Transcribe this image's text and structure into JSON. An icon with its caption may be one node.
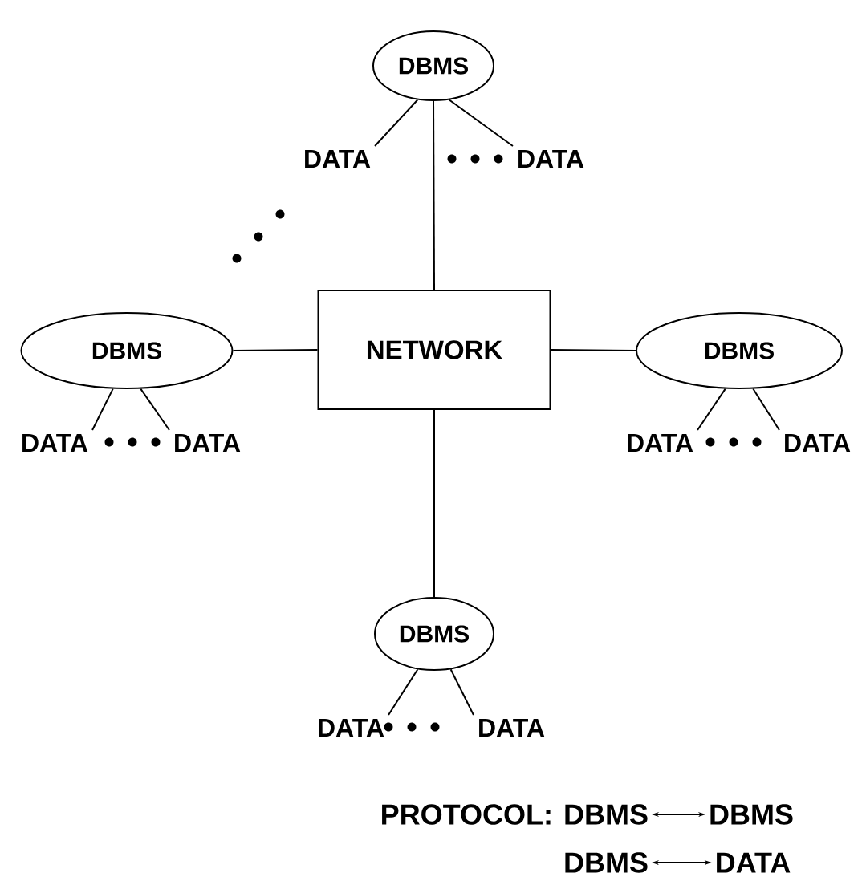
{
  "diagram": {
    "nodes": [
      {
        "text": [
          "DBMS"
        ]
      },
      {
        "text": [
          "NETWORK"
        ]
      },
      {
        "text": [
          "DBMS"
        ]
      },
      {
        "text": [
          "DBMS"
        ]
      },
      {
        "text": [
          "DBMS"
        ]
      },
      {
        "text": [
          "DATA"
        ]
      },
      {
        "text": [
          "DATA"
        ]
      },
      {
        "text": [
          "DATA"
        ]
      },
      {
        "text": [
          "DATA"
        ]
      },
      {
        "text": [
          "DATA"
        ]
      },
      {
        "text": [
          "DATA"
        ]
      },
      {
        "text": [
          "DATA"
        ]
      },
      {
        "text": [
          "DATA"
        ]
      },
      {
        "text": [
          "DBMS"
        ]
      },
      {
        "text": [
          "DBMS"
        ]
      },
      {
        "text": [
          "DBMS"
        ]
      },
      {
        "text": [
          "DATA"
        ]
      }
    ],
    "edges": [
      {
        "from": 0,
        "to": 1,
        "arrow": "none"
      },
      {
        "from": 2,
        "to": 1,
        "arrow": "none"
      },
      {
        "from": 1,
        "to": 3,
        "arrow": "none"
      },
      {
        "from": 1,
        "to": 4,
        "arrow": "none"
      },
      {
        "from": 0,
        "to": 5,
        "arrow": "none"
      },
      {
        "from": 0,
        "to": 6,
        "arrow": "none"
      },
      {
        "from": 2,
        "to": 7,
        "arrow": "none"
      },
      {
        "from": 2,
        "to": 8,
        "arrow": "none"
      },
      {
        "from": 3,
        "to": 9,
        "arrow": "none"
      },
      {
        "from": 3,
        "to": 10,
        "arrow": "none"
      },
      {
        "from": 4,
        "to": 11,
        "arrow": "none"
      },
      {
        "from": 4,
        "to": 12,
        "arrow": "none"
      },
      {
        "from": 13,
        "to": 14,
        "arrow": "both"
      },
      {
        "from": 15,
        "to": 16,
        "arrow": "both"
      }
    ],
    "labels": [
      "PROTOCOL:"
    ]
  }
}
